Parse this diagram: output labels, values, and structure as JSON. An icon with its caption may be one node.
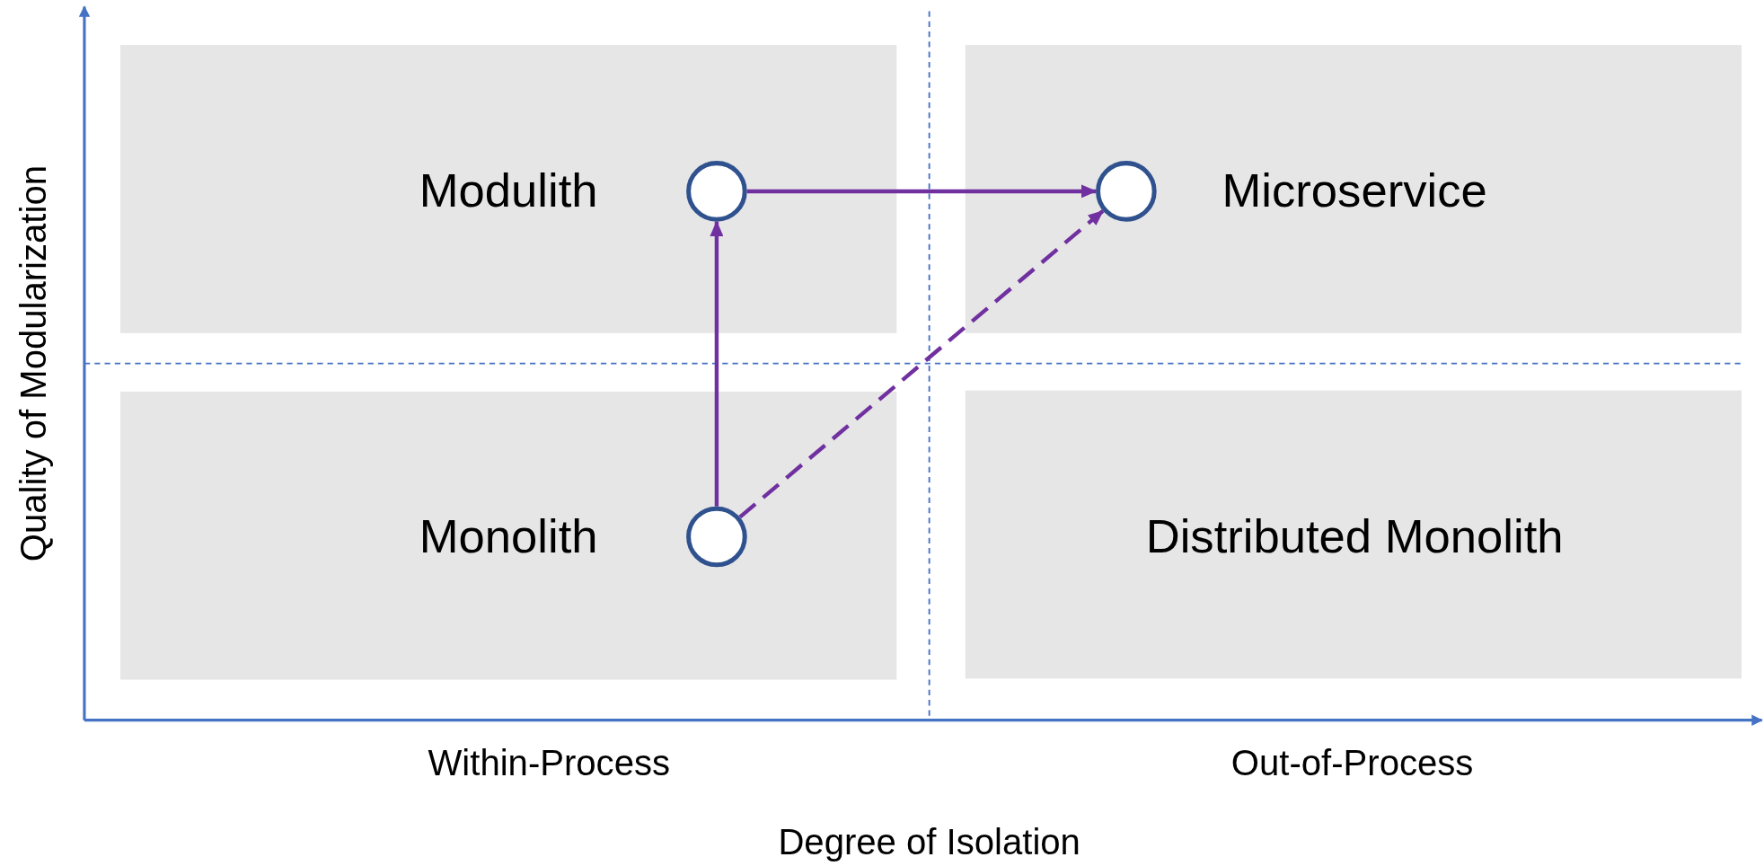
{
  "diagram": {
    "nodes": [
      {
        "text": [
          "Modulith"
        ]
      },
      {
        "text": [],
        "shape": "circle",
        "in": 0
      },
      {
        "text": [
          "Microservice"
        ]
      },
      {
        "text": [],
        "shape": "circle",
        "in": 2
      },
      {
        "text": [
          "Monolith"
        ]
      },
      {
        "text": [],
        "shape": "circle",
        "in": 4
      },
      {
        "text": [
          "Distributed Monolith"
        ]
      }
    ],
    "edges": [
      {
        "from": 5,
        "to": 1,
        "arrow": "to"
      },
      {
        "from": 1,
        "to": 3,
        "arrow": "to"
      },
      {
        "from": 5,
        "to": 3,
        "arrow": "to",
        "style": "dashed"
      }
    ],
    "labels": [
      "Quality of Modularization",
      "Within-Process",
      "Out-of-Process",
      "Degree of Isolation"
    ]
  }
}
